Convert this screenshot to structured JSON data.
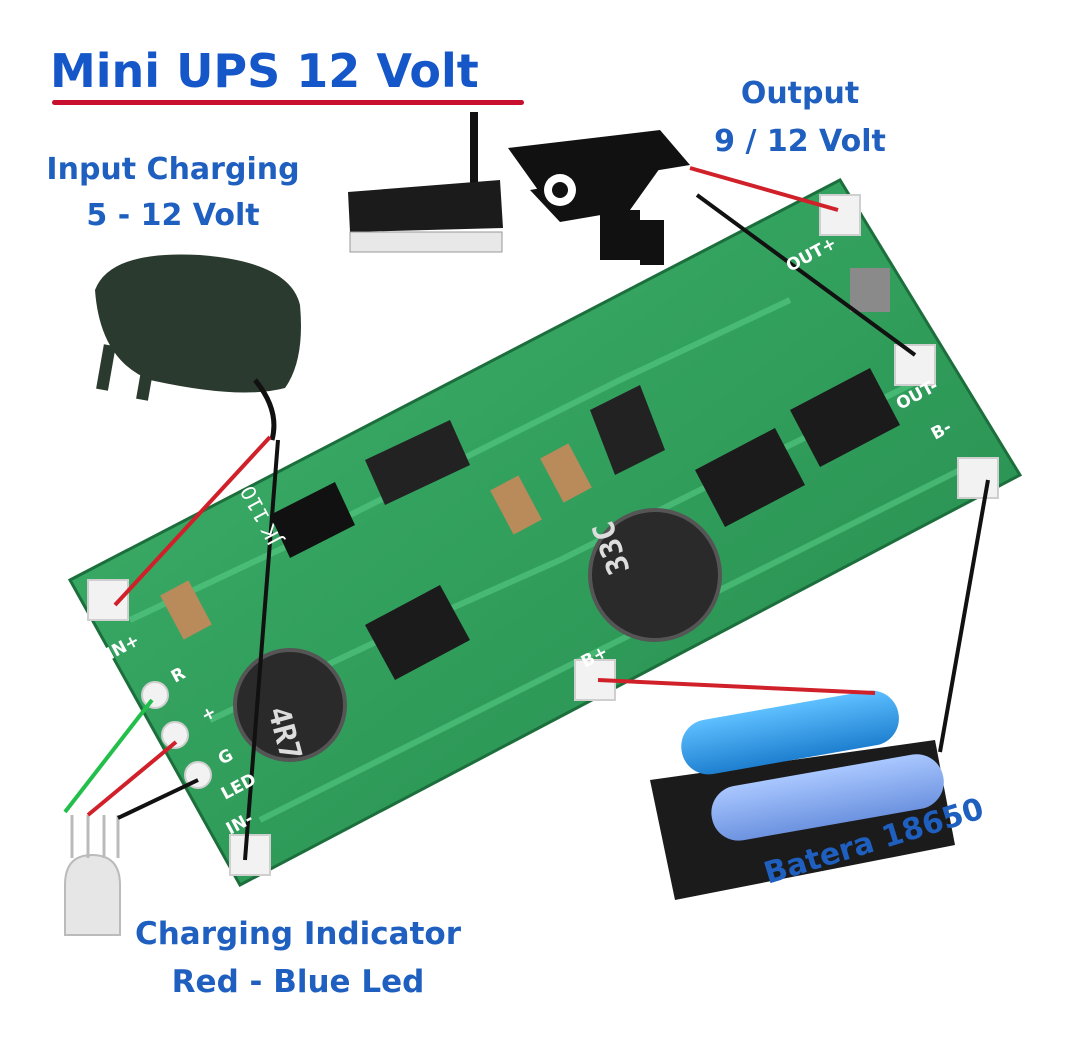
{
  "title": "Mini UPS 12 Volt",
  "input_label": {
    "line1": "Input Charging",
    "line2": "5 - 12 Volt"
  },
  "output_label": {
    "line1": "Output",
    "line2": "9 / 12 Volt"
  },
  "indicator_label": {
    "line1": "Charging Indicator",
    "line2": "Red - Blue Led"
  },
  "battery_label": "Batera 18650",
  "board": {
    "pads": [
      "IN+",
      "IN-",
      "B+",
      "B-",
      "OUT+",
      "OUT-",
      "R",
      "+",
      "G",
      "LED"
    ],
    "inductor_markings": [
      "4R7",
      "33C"
    ],
    "diode_marking": "JK 110"
  },
  "colors": {
    "title": "#1556c8",
    "labels": "#1f5fbf",
    "underline": "#c8102e",
    "pcb": "#2e9e5c",
    "wire_red": "#d0202a",
    "wire_black": "#111111",
    "wire_green": "#22c04a"
  }
}
